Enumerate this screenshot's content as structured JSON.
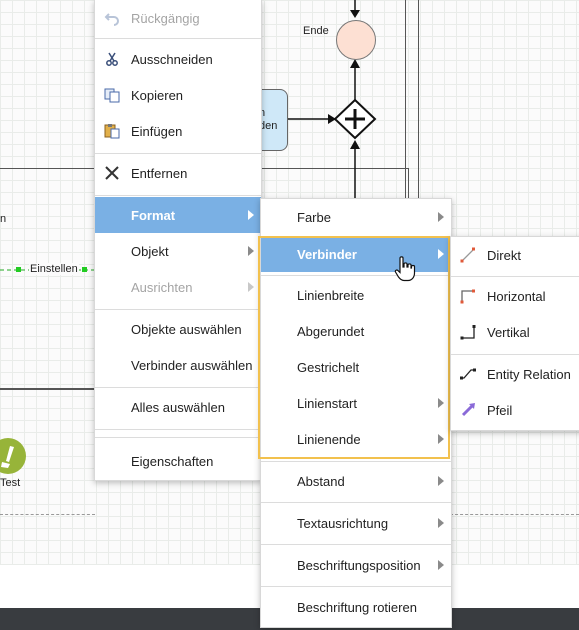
{
  "diagram": {
    "ende_label": "Ende",
    "task_label_line1": "n",
    "task_label_line2": "den",
    "left_label": "n",
    "edge_label": "Einstellen",
    "test_label": "Test",
    "colors": {
      "ende_fill": "#fde0d3",
      "task_fill": "#cfe8f8",
      "test_icon": "#97b439"
    }
  },
  "context_menu": {
    "items": [
      {
        "label": "Rückgängig",
        "icon": "undo-icon",
        "disabled": true
      },
      {
        "label": "Ausschneiden",
        "icon": "scissors-icon"
      },
      {
        "label": "Kopieren",
        "icon": "copy-icon"
      },
      {
        "label": "Einfügen",
        "icon": "paste-icon"
      },
      {
        "label": "Entfernen",
        "icon": "close-icon"
      },
      {
        "label": "Format",
        "submenu": true,
        "selected": true
      },
      {
        "label": "Objekt",
        "submenu": true
      },
      {
        "label": "Ausrichten",
        "submenu": true,
        "disabled": true
      },
      {
        "label": "Objekte auswählen"
      },
      {
        "label": "Verbinder auswählen"
      },
      {
        "label": "Alles auswählen"
      },
      {
        "label": "Eigenschaften"
      }
    ]
  },
  "format_menu": {
    "items": [
      {
        "label": "Farbe",
        "submenu": true
      },
      {
        "label": "Verbinder",
        "submenu": true,
        "selected": true
      },
      {
        "label": "Linienbreite"
      },
      {
        "label": "Abgerundet"
      },
      {
        "label": "Gestrichelt"
      },
      {
        "label": "Linienstart",
        "submenu": true
      },
      {
        "label": "Linienende",
        "submenu": true
      },
      {
        "label": "Abstand",
        "submenu": true
      },
      {
        "label": "Textausrichtung",
        "submenu": true
      },
      {
        "label": "Beschriftungsposition",
        "submenu": true
      },
      {
        "label": "Beschriftung rotieren"
      }
    ]
  },
  "connector_menu": {
    "items": [
      {
        "label": "Direkt",
        "icon": "connector-straight-icon"
      },
      {
        "label": "Horizontal",
        "icon": "connector-horizontal-icon"
      },
      {
        "label": "Vertikal",
        "icon": "connector-vertical-icon"
      },
      {
        "label": "Entity Relation",
        "icon": "connector-entity-relation-icon"
      },
      {
        "label": "Pfeil",
        "icon": "connector-arrow-icon"
      }
    ]
  },
  "accent_colors": {
    "selected": "#7ab0e4",
    "highlight_border": "#f2c14e",
    "bottom_bar": "#393c40"
  }
}
